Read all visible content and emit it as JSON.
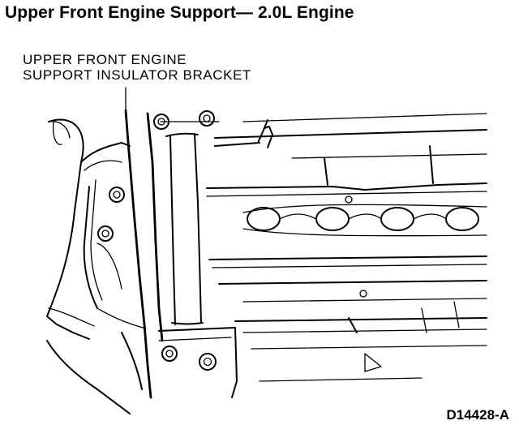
{
  "title": "Upper Front Engine Support— 2.0L Engine",
  "callout": {
    "line1": "UPPER FRONT ENGINE",
    "line2": "SUPPORT INSULATOR BRACKET"
  },
  "figure_id": "D14428-A"
}
